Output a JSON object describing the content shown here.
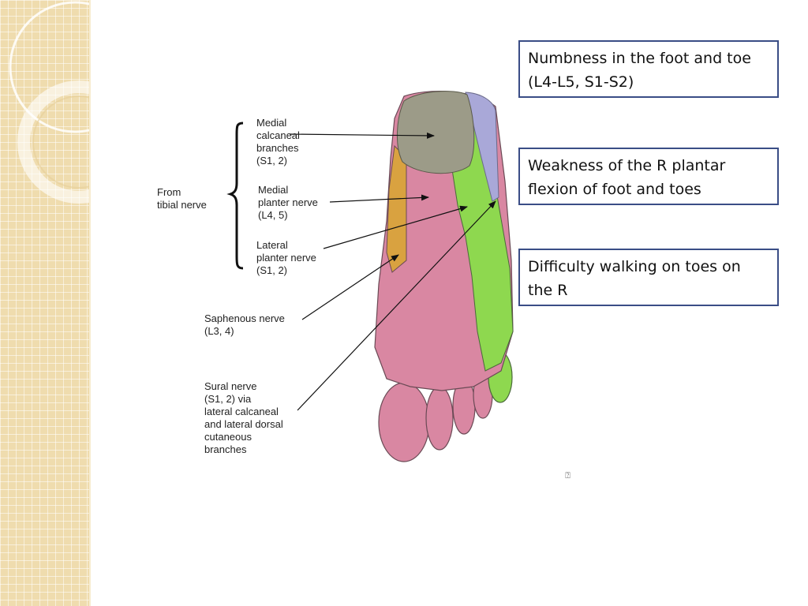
{
  "callouts": [
    {
      "line1": "Numbness in the foot and toe",
      "line2": "(L4-L5, S1-S2)"
    },
    {
      "line1": "Weakness of the R plantar",
      "line2": "flexion of foot and toes"
    },
    {
      "line1": "Difficulty walking on toes on",
      "line2": "the R"
    }
  ],
  "diagram": {
    "group_label": [
      "From",
      "tibial nerve"
    ],
    "labels": {
      "medial_calcaneal": [
        "Medial",
        "calcaneal",
        "branches",
        "(S1, 2)"
      ],
      "medial_planter": [
        "Medial",
        "planter nerve",
        "(L4, 5)"
      ],
      "lateral_planter": [
        "Lateral",
        "planter nerve",
        "(S1, 2)"
      ],
      "saphenous": [
        "Saphenous nerve",
        "(L3, 4)"
      ],
      "sural": [
        "Sural nerve",
        "(S1, 2) via",
        "lateral calcaneal",
        "and lateral dorsal",
        "cutaneous",
        "branches"
      ]
    },
    "region_colors": {
      "medial_calcaneal": "#9c9b88",
      "medial_planter": "#d987a2",
      "lateral_planter": "#8ed84f",
      "saphenous": "#d9a240",
      "sural": "#a9a8d8"
    }
  },
  "stray_glyph": "⍰"
}
